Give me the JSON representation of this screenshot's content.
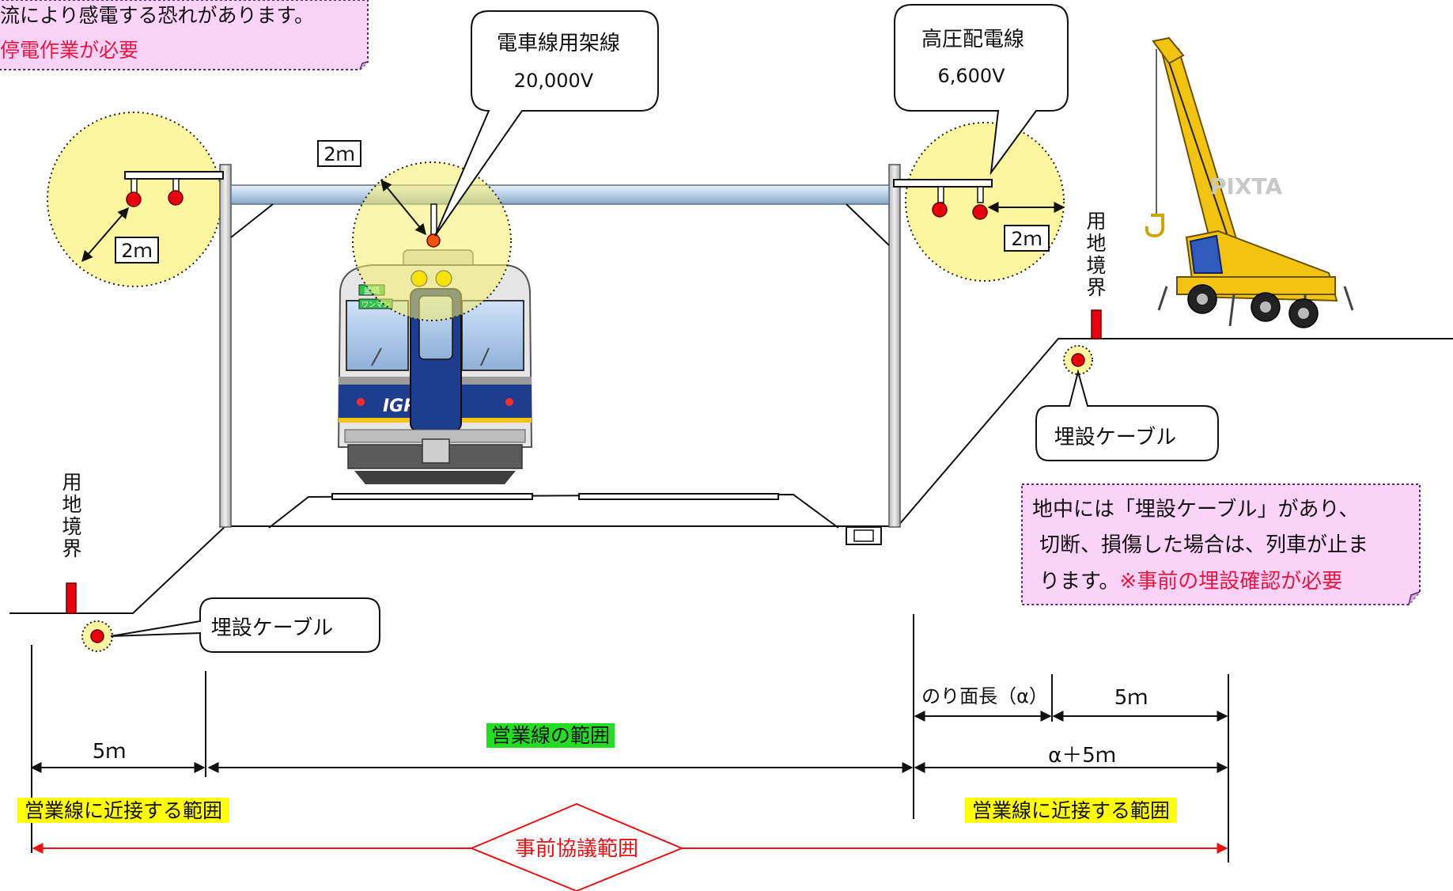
{
  "warning_note": {
    "line1": "流により感電する恐れがあります。",
    "line2": "停電作業が必要"
  },
  "callouts": {
    "catenary": {
      "title": "電車線用架線",
      "voltage": "20,000V"
    },
    "distribution": {
      "title": "高圧配電線",
      "voltage": "6,600V"
    },
    "cable_left": "埋設ケーブル",
    "cable_right": "埋設ケーブル"
  },
  "clearance_labels": {
    "left": "2ｍ",
    "center": "2ｍ",
    "right": "2ｍ"
  },
  "boundary_labels": {
    "left": [
      "用",
      "地",
      "境",
      "界"
    ],
    "right": [
      "用",
      "地",
      "境",
      "界"
    ]
  },
  "train": {
    "logo": "IGR",
    "sign_top": "盛岡",
    "sign_bottom": "ワンマン"
  },
  "cable_note": {
    "line1": "地中には「埋設ケーブル」があり、",
    "line2": "切断、損傷した場合は、列車が止ま",
    "line3_black": "ります。",
    "line3_red": "※事前の埋設確認が必要"
  },
  "dimensions": {
    "left_5m": "5ｍ",
    "slope_length": "のり面長（α）",
    "right_5m": "5ｍ",
    "alpha_plus_5m": "α＋5ｍ"
  },
  "range_labels": {
    "operating_line": "営業線の範囲",
    "near_left": "営業線に近接する範囲",
    "near_right": "営業線に近接する範囲",
    "prior_consultation": "事前協議範囲"
  },
  "watermark": "PIXTA",
  "colors": {
    "danger_zone": "#fcf6a0",
    "hazard_red": "#e8000c",
    "note_pink": "#fbd3f8",
    "highlight_yellow": "#ffff00",
    "highlight_green": "#22dd22",
    "consult_red": "#ee1111",
    "train_blue": "#1e3d8f",
    "crane_yellow": "#f2c40f"
  }
}
